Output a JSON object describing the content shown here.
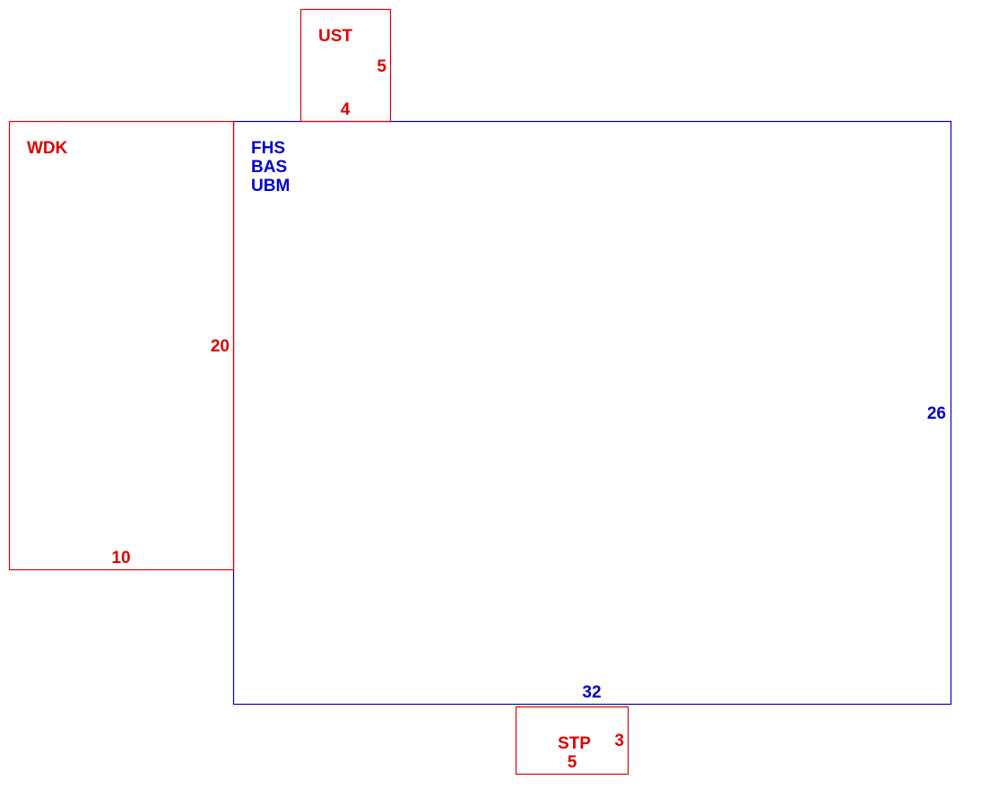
{
  "colors": {
    "main_area": "#0000cc",
    "attached_areas": "#e00000",
    "background": "#ffffff"
  },
  "main_area": {
    "codes": [
      "FHS",
      "BAS",
      "UBM"
    ],
    "width": "32",
    "depth": "26"
  },
  "attachments": {
    "wood_deck": {
      "code": "WDK",
      "width": "10",
      "depth": "20"
    },
    "upper_stoop": {
      "code": "UST",
      "width": "4",
      "depth": "5"
    },
    "front_stoop": {
      "code": "STP",
      "width": "5",
      "depth": "3"
    }
  }
}
